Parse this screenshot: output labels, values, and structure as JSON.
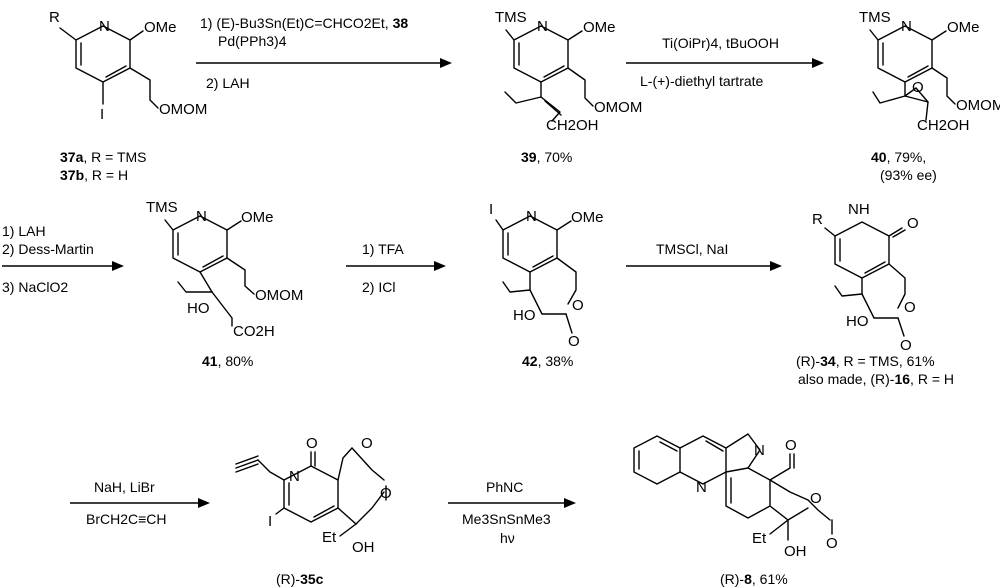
{
  "atoms": {
    "me_o": "OMe",
    "n": "N",
    "nh": "NH",
    "h": "H",
    "o": "O",
    "tms": "TMS",
    "i": "I",
    "r": "R",
    "omom": "OMOM",
    "ch2oh": "CH2OH",
    "co2h": "CO2H",
    "ho": "HO",
    "oh": "OH",
    "et": "Et"
  },
  "steps": {
    "s1": {
      "line1_num": "1)",
      "line1_reagent": "(E)-Bu3Sn(Et)C=CHCO2Et,",
      "line1_ref": "38",
      "line2": "Pd(PPh3)4",
      "line3": "2) LAH"
    },
    "s2": {
      "line1": "Ti(OiPr)4, tBuOOH",
      "line2": "L-(+)-diethyl tartrate"
    },
    "s3": {
      "line1": "1) LAH",
      "line2": "2) Dess-Martin",
      "line3": "3) NaClO2"
    },
    "s4": {
      "line1": "1) TFA",
      "line2": "2) ICl"
    },
    "s5": {
      "line1": "TMSCl, NaI"
    },
    "s6": {
      "line1": "NaH, LiBr",
      "line2": "BrCH2C≡CH"
    },
    "s7": {
      "line1": "PhNC",
      "line2": "Me3SnSnMe3",
      "line3": "hν"
    }
  },
  "compounds": {
    "c37": {
      "a_id": "37a",
      "a_text": ", R = TMS",
      "b_id": "37b",
      "b_text": ", R = H"
    },
    "c39": {
      "id": "39",
      "yield": ", 70%"
    },
    "c40": {
      "id": "40",
      "yield": ", 79%,",
      "ee": "(93% ee)"
    },
    "c41": {
      "id": "41",
      "yield": ", 80%"
    },
    "c42": {
      "id": "42",
      "yield": ", 38%"
    },
    "c34": {
      "prefix": "(R)-",
      "id": "34",
      "yield": ", R = TMS, 61%",
      "also_prefix": "also made, (R)-",
      "also_id": "16",
      "also_text": ", R = H"
    },
    "c35c": {
      "prefix": "(R)-",
      "id": "35c"
    },
    "c8": {
      "prefix": "(R)-",
      "id": "8",
      "yield": ", 61%"
    }
  }
}
